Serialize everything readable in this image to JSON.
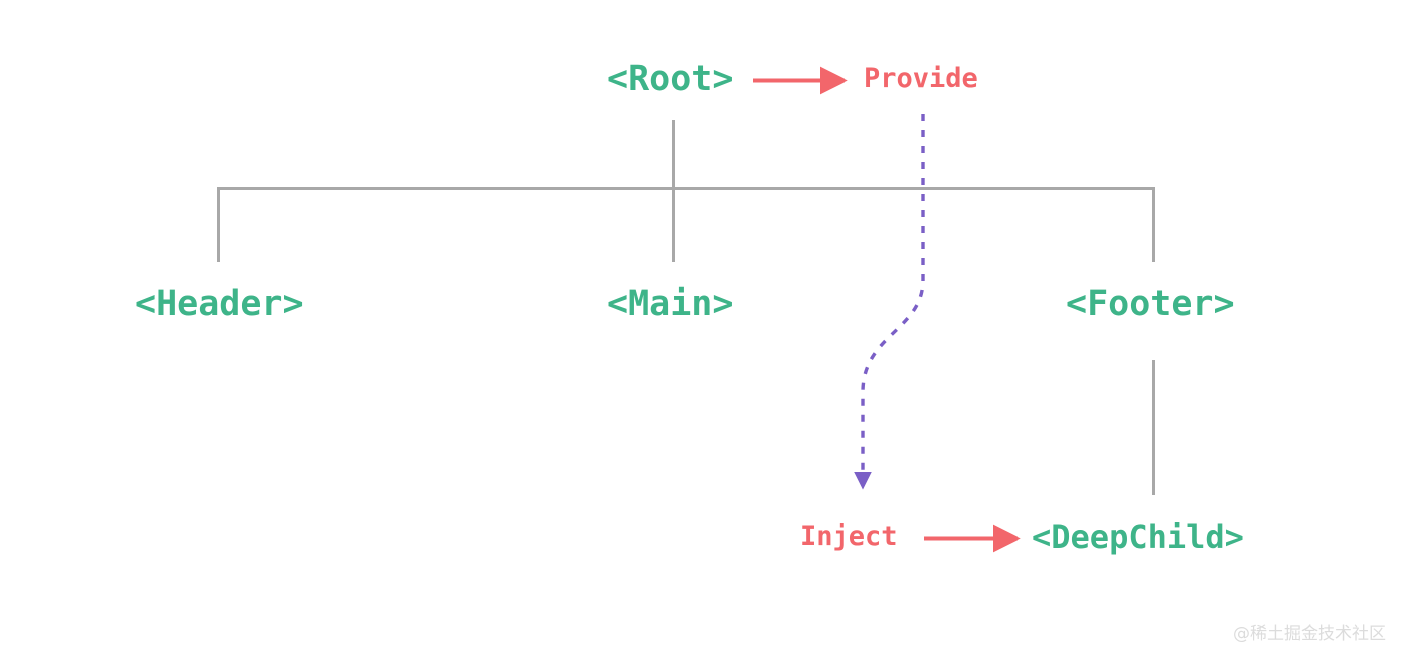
{
  "diagram": {
    "title_text": "",
    "colors": {
      "component_green": "#3eb489",
      "edge_red": "#f2666b",
      "tree_line_gray": "#a8a8a8",
      "inject_purple": "#7a5fc6",
      "background": "#ffffff",
      "watermark_gray": "#dcdcdc"
    },
    "nodes": {
      "root": "<Root>",
      "header": "<Header>",
      "main": "<Main>",
      "footer": "<Footer>",
      "deep_child": "<DeepChild>"
    },
    "edges": {
      "provide_label": "Provide",
      "inject_label": "Inject"
    }
  },
  "watermark": {
    "text": "@稀土掘金技术社区"
  }
}
